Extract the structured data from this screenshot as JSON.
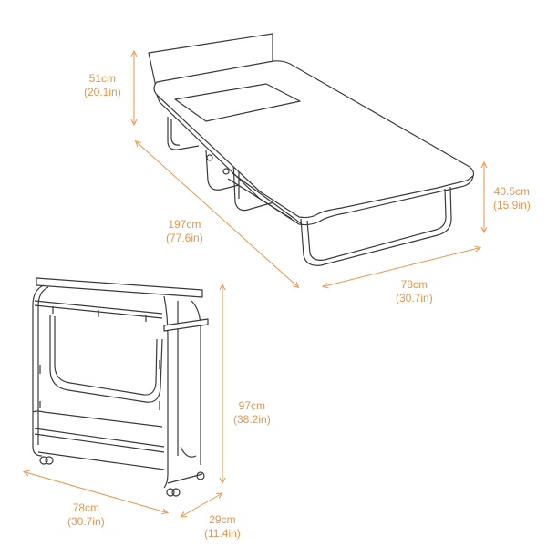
{
  "colors": {
    "dimension": "#e8954a",
    "outline": "#3a3a3a",
    "background": "#ffffff"
  },
  "open_bed": {
    "headboard_height": {
      "metric": "51cm",
      "imperial": "(20.1in)"
    },
    "length": {
      "metric": "197cm",
      "imperial": "(77.6in)"
    },
    "width": {
      "metric": "78cm",
      "imperial": "(30.7in)"
    },
    "mattress_height": {
      "metric": "40.5cm",
      "imperial": "(15.9in)"
    }
  },
  "folded_bed": {
    "height": {
      "metric": "97cm",
      "imperial": "(38.2in)"
    },
    "width": {
      "metric": "78cm",
      "imperial": "(30.7in)"
    },
    "depth": {
      "metric": "29cm",
      "imperial": "(11.4in)"
    }
  }
}
